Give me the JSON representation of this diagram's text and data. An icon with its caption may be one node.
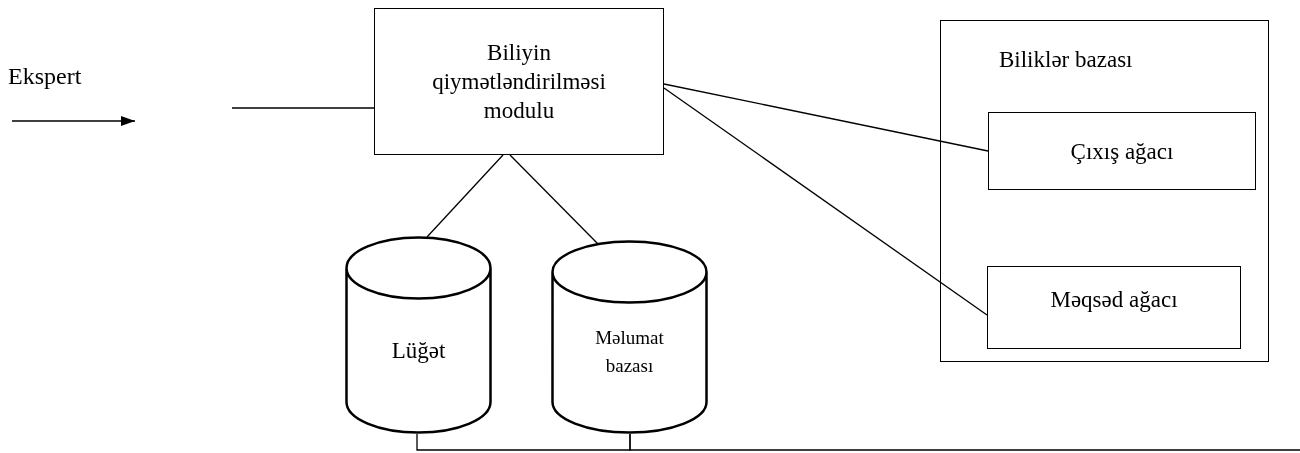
{
  "diagram": {
    "nodes": [
      {
        "text": [
          "Ekspert"
        ]
      },
      {
        "text": [
          "Biliyin qiymətləndirilməsi modulu"
        ]
      },
      {
        "text": [
          "Biliklər bazası"
        ]
      },
      {
        "text": [
          "Çıxış ağacı"
        ],
        "in": 2
      },
      {
        "text": [
          "Məqsəd ağacı"
        ],
        "in": 2
      },
      {
        "text": [
          "Lüğət"
        ]
      },
      {
        "text": [
          "Məlumat bazası"
        ]
      }
    ],
    "edges": [
      {
        "from": 0,
        "to": null,
        "arrow": "to"
      },
      {
        "from": null,
        "to": 1,
        "arrow": "none"
      },
      {
        "from": 1,
        "to": 3,
        "arrow": "none"
      },
      {
        "from": 1,
        "to": 4,
        "arrow": "none"
      },
      {
        "from": 1,
        "to": 5,
        "arrow": "none"
      },
      {
        "from": 1,
        "to": 6,
        "arrow": "none"
      },
      {
        "from": 5,
        "to": 6,
        "arrow": "none"
      },
      {
        "from": 6,
        "to": null,
        "arrow": "none"
      }
    ]
  }
}
